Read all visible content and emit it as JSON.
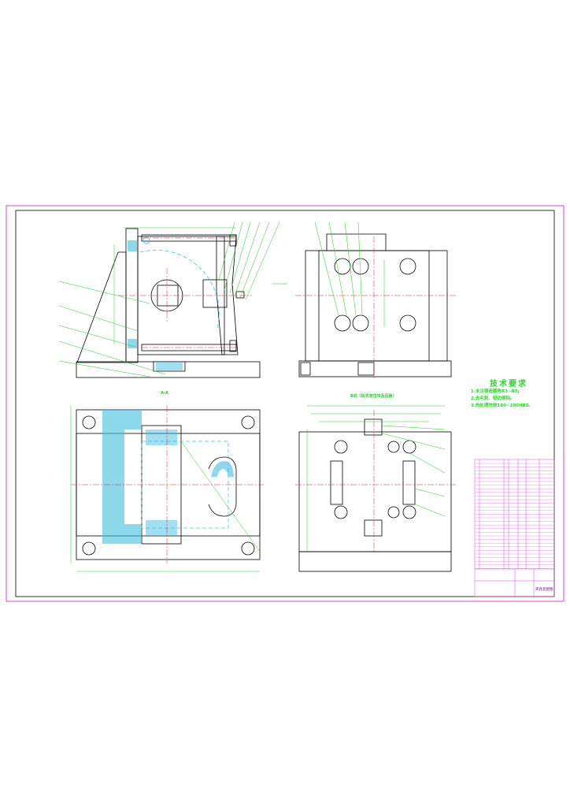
{
  "drawing": {
    "colors": {
      "border": "#e040e0",
      "outline": "#000000",
      "dimension": "#22cc22",
      "centerline": "#e02020",
      "hidden": "#40c0e0",
      "section_fill": "#40c0e0"
    },
    "section_label": "A-A",
    "view_b_label": "B向（拆去定位块及压板）",
    "tech_requirements": {
      "title": "技术要求",
      "items": [
        "1.未注铸造圆角R3~R5;",
        "2.去毛刺、锐边倒钝。",
        "3.热处理时效180~200HBS."
      ]
    },
    "title_block": {
      "title": "夹具装配图"
    }
  }
}
